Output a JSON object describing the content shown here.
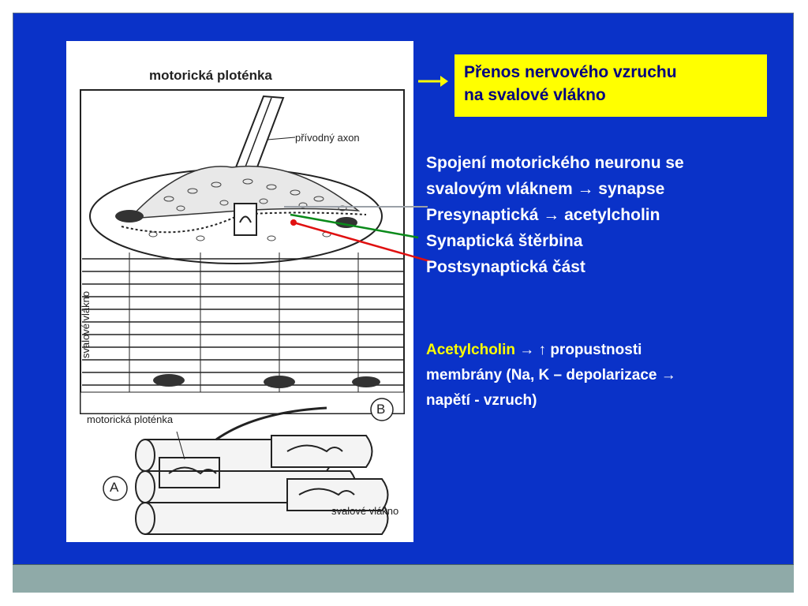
{
  "title_box": {
    "line1": "Přenos nervového vzruchu",
    "line2": "na svalové vlákno"
  },
  "main_text": [
    "Spojení motorického neuronu se",
    "svalovým vláknem → synapse",
    "Presynaptická → acetylcholin",
    "Synaptická štěrbina",
    "Postsynaptická část"
  ],
  "acetyl": {
    "highlight": "Acetylcholin",
    "arrows": " → ↑ ",
    "rest1": "propustnosti",
    "line2": "membrány (Na, K – depolarizace →",
    "line3": "napětí - vzruch)"
  },
  "figure": {
    "title_top": "motorická ploténka",
    "axon_label": "přívodný axon",
    "fiber_label_vertical": "svalové vlákno",
    "label_b": "B",
    "label_a": "A",
    "plate_label": "motorická ploténka",
    "fiber_label": "svalové vlákno"
  },
  "colors": {
    "background": "#0a32c8",
    "highlight_box": "#ffff00",
    "highlight_text": "#ffff00",
    "bottom_bar": "#8faaa8",
    "line_gray": "#9aa0a8",
    "line_green": "#0a8a1a",
    "line_red": "#e01010"
  }
}
